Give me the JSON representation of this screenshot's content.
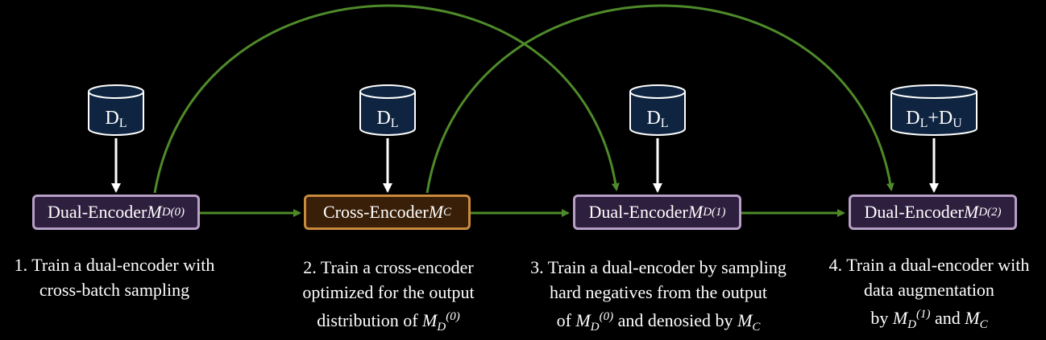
{
  "colors": {
    "background": "#000000",
    "arrow_green": "#4e8a2a",
    "arrow_white": "#ffffff",
    "node_border": "#b79fc6",
    "node_fill": "#2e1f3e",
    "cross_border": "#c98a3e",
    "cross_fill": "#3a1f08",
    "db_fill": "#0e2440"
  },
  "databases": [
    {
      "main": "D",
      "sub": "L"
    },
    {
      "main": "D",
      "sub": "L"
    },
    {
      "main": "D",
      "sub": "L"
    },
    {
      "main": "D",
      "sub": "L",
      "plus": "+D",
      "sub2": "U"
    }
  ],
  "nodes": [
    {
      "text": "Dual-Encoder ",
      "model": "M",
      "sub": "D",
      "sup": "(0)"
    },
    {
      "text": "Cross-Encoder ",
      "model": "M",
      "sub": "C",
      "sup": ""
    },
    {
      "text": "Dual-Encoder ",
      "model": "M",
      "sub": "D",
      "sup": "(1)"
    },
    {
      "text": "Dual-Encoder ",
      "model": "M",
      "sub": "D",
      "sup": "(2)"
    }
  ],
  "captions": [
    {
      "line1": "1. Train a dual-encoder with",
      "line2": "cross-batch sampling"
    },
    {
      "line1": "2. Train a cross-encoder",
      "line2": "optimized for the output",
      "line3_prefix": "distribution of ",
      "m1": "M",
      "m1_sub": "D",
      "m1_sup": "(0)"
    },
    {
      "line1": "3. Train a dual-encoder by sampling",
      "line2": "hard negatives from the output",
      "line3_prefix": "of ",
      "m1": "M",
      "m1_sub": "D",
      "m1_sup": "(0)",
      "mid": " and denosied by ",
      "m2": "M",
      "m2_sub": "C"
    },
    {
      "line1": "4. Train a dual-encoder with",
      "line2": "data augmentation",
      "line3_prefix": "by ",
      "m1": "M",
      "m1_sub": "D",
      "m1_sup": "(1)",
      "mid": " and ",
      "m2": "M",
      "m2_sub": "C"
    }
  ]
}
